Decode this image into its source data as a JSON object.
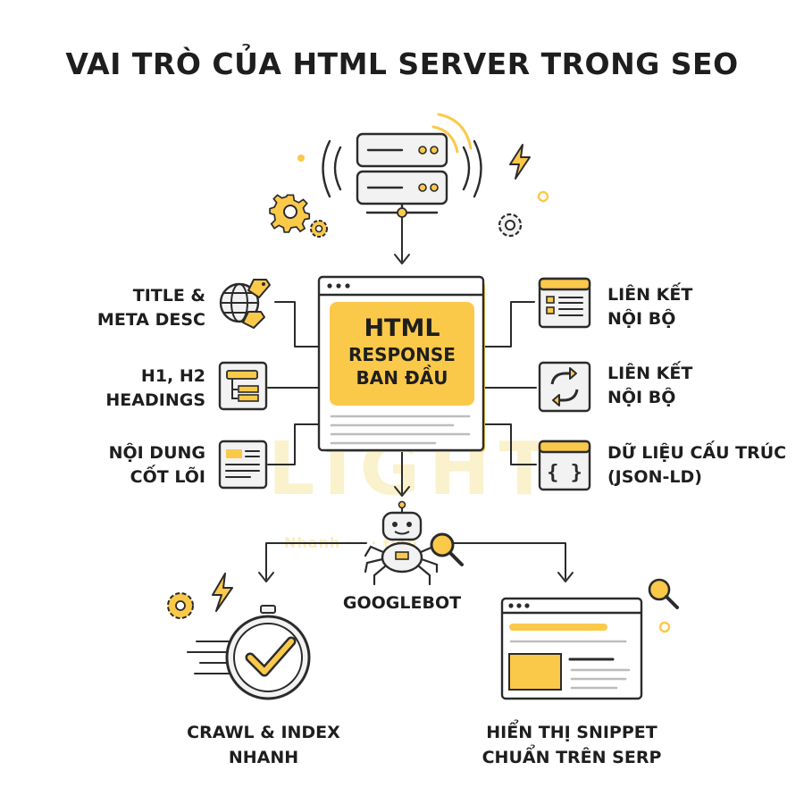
{
  "title": "VAI TRÒ CỦA HTML SERVER TRONG SEO",
  "watermark": {
    "word": "LIGHT",
    "sub": "Nhanh · · · Đẹp"
  },
  "center": {
    "line1": "HTML",
    "line2": "RESPONSE",
    "line3": "BAN ĐẦU"
  },
  "left_items": [
    {
      "line1": "TITLE &",
      "line2": "META DESC",
      "icon": "globe-tag-icon"
    },
    {
      "line1": "H1, H2",
      "line2": "HEADINGS",
      "icon": "heading-list-icon"
    },
    {
      "line1": "NỘI DUNG",
      "line2": "CỐT LÕI",
      "icon": "document-icon"
    }
  ],
  "right_items": [
    {
      "line1": "LIÊN KẾT",
      "line2": "NỘI BỘ",
      "icon": "list-window-icon"
    },
    {
      "line1": "LIÊN KẾT",
      "line2": "NỘI BỘ",
      "icon": "refresh-arrows-icon"
    },
    {
      "line1": "DỮ LIỆU CẤU TRÚC",
      "line2": "(JSON-LD)",
      "icon": "curly-braces-icon"
    }
  ],
  "bot": {
    "label": "GOOGLEBOT",
    "icon": "robot-spider-icon"
  },
  "outcomes": [
    {
      "line1": "CRAWL & INDEX",
      "line2": "NHANH",
      "icon": "stopwatch-check-icon"
    },
    {
      "line1": "HIỂN THỊ SNIPPET",
      "line2": "CHUẨN TRÊN SERP",
      "icon": "serp-window-icon"
    }
  ],
  "colors": {
    "accent": "#fbc94a",
    "stroke": "#2b2b2b",
    "panel": "#f2f2f2",
    "light": "#fde9a8"
  }
}
